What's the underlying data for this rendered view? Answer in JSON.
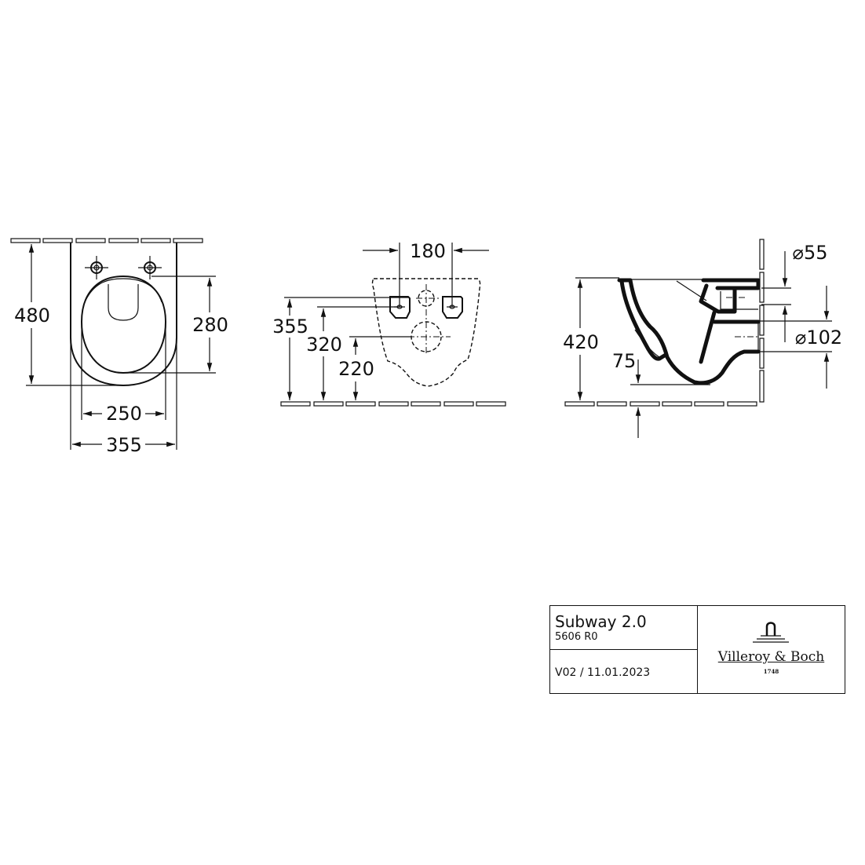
{
  "views": {
    "top_view": {
      "dimensions": {
        "overall_length": "480",
        "bowl_opening_length": "280",
        "bowl_opening_width": "250",
        "overall_width": "355"
      }
    },
    "rear_view": {
      "dimensions": {
        "bolt_spacing": "180",
        "upper_fixing_height": "355",
        "bolt_height": "320",
        "outlet_center_height": "220"
      }
    },
    "side_view": {
      "dimensions": {
        "overall_height": "420",
        "inlet_diameter": "⌀55",
        "outlet_diameter": "⌀102",
        "bottom_clearance": "75"
      }
    }
  },
  "title_block": {
    "product_name": "Subway 2.0",
    "product_code": "5606 R0",
    "version_date": "V02 / 11.01.2023",
    "brand": "Villeroy & Boch",
    "brand_year": "1748"
  },
  "colors": {
    "ink": "#111111",
    "background": "#ffffff"
  }
}
